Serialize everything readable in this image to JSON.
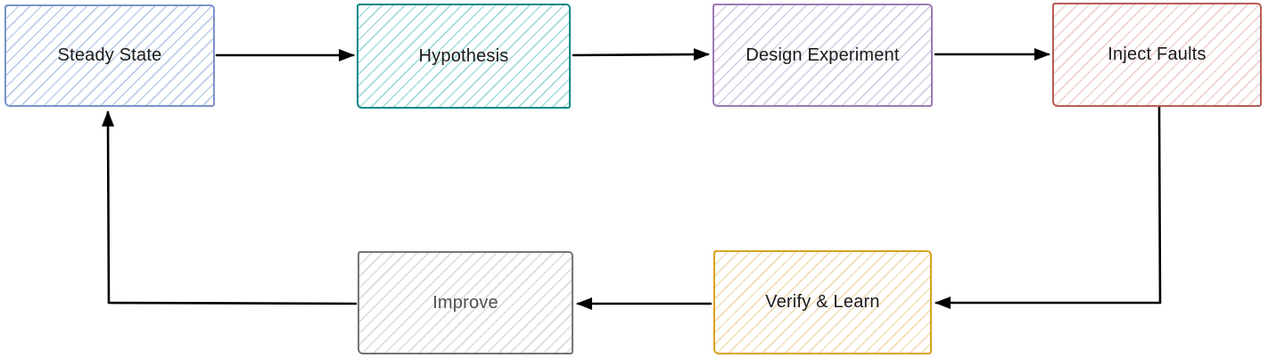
{
  "diagram": {
    "background": "#ffffff",
    "arrow_color": "#000000",
    "nodes": [
      {
        "id": "steady-state",
        "label": "Steady State",
        "border_color": "#7b93c9",
        "hatch_color": "#bccee9",
        "text_color": "#1b1b1b"
      },
      {
        "id": "hypothesis",
        "label": "Hypothesis",
        "border_color": "#0e8888",
        "hatch_color": "#a6dbdb",
        "text_color": "#1b1b1b"
      },
      {
        "id": "design-experiment",
        "label": "Design Experiment",
        "border_color": "#9d79b5",
        "hatch_color": "#d8cde2",
        "text_color": "#1b1b1b"
      },
      {
        "id": "inject-faults",
        "label": "Inject Faults",
        "border_color": "#b65d57",
        "hatch_color": "#efd2cf",
        "text_color": "#1b1b1b"
      },
      {
        "id": "verify-learn",
        "label": "Verify & Learn",
        "border_color": "#d9a421",
        "hatch_color": "#f3ddb8",
        "text_color": "#1b1b1b"
      },
      {
        "id": "improve",
        "label": "Improve",
        "border_color": "#757575",
        "hatch_color": "#dcdcdc",
        "text_color": "#4f4f4f"
      }
    ],
    "edges": [
      {
        "from": "steady-state",
        "to": "hypothesis"
      },
      {
        "from": "hypothesis",
        "to": "design-experiment"
      },
      {
        "from": "design-experiment",
        "to": "inject-faults"
      },
      {
        "from": "inject-faults",
        "to": "verify-learn"
      },
      {
        "from": "verify-learn",
        "to": "improve"
      },
      {
        "from": "improve",
        "to": "steady-state"
      }
    ]
  }
}
